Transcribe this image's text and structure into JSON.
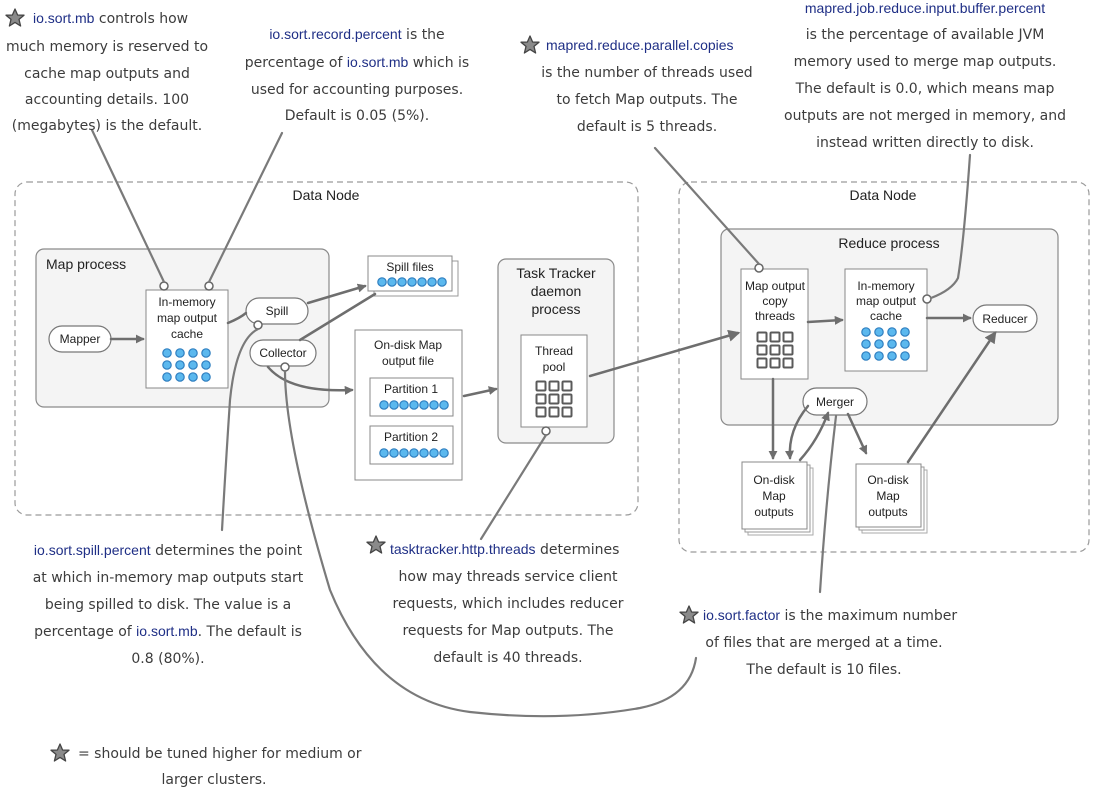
{
  "data_nodes": {
    "left_title": "Data Node",
    "right_title": "Data Node"
  },
  "map_side": {
    "map_process": "Map process",
    "mapper": "Mapper",
    "cache": [
      "In-memory",
      "map output",
      "cache"
    ],
    "spill": "Spill",
    "collector": "Collector",
    "spill_files": "Spill files",
    "ondisk_file": [
      "On-disk Map",
      "output file"
    ],
    "partition_1": "Partition 1",
    "partition_2": "Partition 2",
    "task_tracker": [
      "Task Tracker",
      "daemon",
      "process"
    ],
    "thread_pool": [
      "Thread",
      "pool"
    ]
  },
  "reduce_side": {
    "reduce_process": "Reduce process",
    "copy_threads": [
      "Map output",
      "copy",
      "threads"
    ],
    "cache": [
      "In-memory",
      "map output",
      "cache"
    ],
    "reducer": "Reducer",
    "merger": "Merger",
    "ondisk_outputs_1": [
      "On-disk",
      "Map",
      "outputs"
    ],
    "ondisk_outputs_2": [
      "On-disk",
      "Map",
      "outputs"
    ]
  },
  "notes": {
    "sort_mb": {
      "param": "io.sort.mb",
      "first": " controls how",
      "rest": [
        "much memory is reserved to",
        "cache map outputs and",
        "accounting details. 100",
        "(megabytes) is the default."
      ]
    },
    "record_percent": {
      "param": "io.sort.record.percent",
      "first": " is the",
      "line2_pre": "percentage of ",
      "line2_param": "io.sort.mb",
      "line2_post": " which is",
      "rest": [
        "used for accounting purposes.",
        "Default is 0.05 (5%)."
      ]
    },
    "parallel_copies": {
      "param": "mapred.reduce.parallel.copies",
      "rest": [
        "is the number of threads used",
        "to fetch Map outputs. The",
        "default is 5 threads."
      ]
    },
    "input_buffer": {
      "param": "mapred.job.reduce.input.buffer.percent",
      "rest": [
        "is the percentage of available JVM",
        "memory used to merge map outputs.",
        "The default is 0.0, which means map",
        "outputs are not merged in memory, and",
        "instead written directly to disk."
      ]
    },
    "spill_percent": {
      "param": "io.sort.spill.percent",
      "first": " determines the point",
      "rest": [
        "at which in-memory map outputs start",
        "being spilled to disk. The value is a"
      ],
      "line4_pre": "percentage of ",
      "line4_param": "io.sort.mb",
      "line4_post": ". The default is",
      "last": "0.8 (80%)."
    },
    "http_threads": {
      "param": "tasktracker.http.threads",
      "first": " determines",
      "rest": [
        "how may threads service client",
        "requests, which includes reducer",
        "requests for Map outputs. The",
        "default is 40 threads."
      ]
    },
    "sort_factor": {
      "param": "io.sort.factor",
      "first": " is the maximum number",
      "rest": [
        "of files that are merged at a time.",
        "The default is 10 files."
      ]
    }
  },
  "legend": {
    "line1": "= should be tuned higher for medium or",
    "line2": "larger clusters."
  },
  "colors": {
    "param_text": "#1f2f86",
    "note_text": "#3c3c3c",
    "dot_fill": "#5bb8ee",
    "dot_stroke": "#2f7fc0",
    "arrow": "#6e6e6e"
  }
}
